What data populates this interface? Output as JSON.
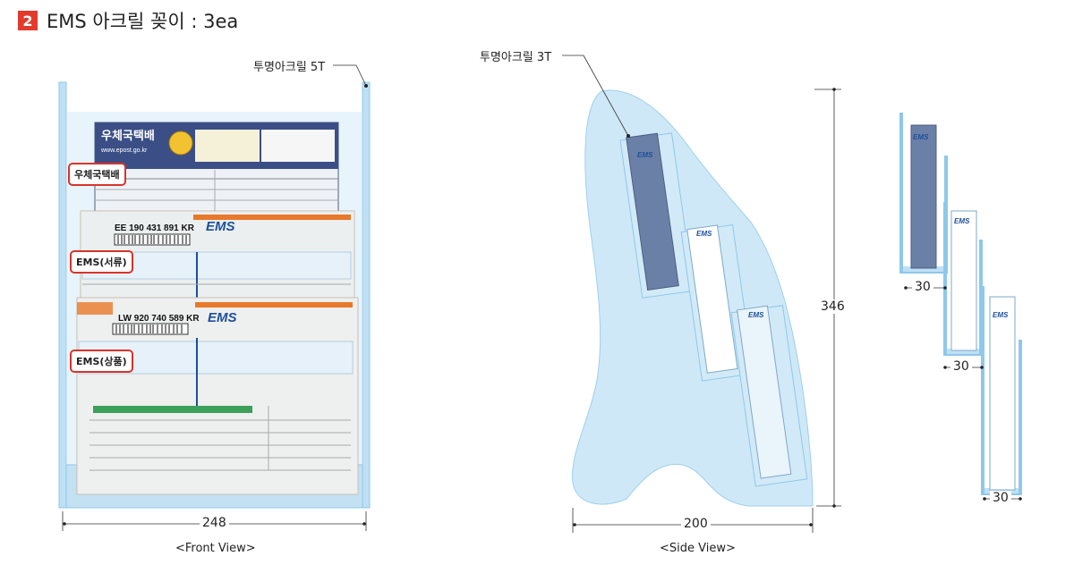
{
  "header": {
    "number": "2",
    "title": "EMS 아크릴 꽂이 : 3ea"
  },
  "front": {
    "material_label": "투명아크릴 5T",
    "width_dim": "248",
    "caption": "<Front View>",
    "tags": [
      "우체국택배",
      "EMS(서류)",
      "EMS(상품)"
    ],
    "forms": {
      "parcel_title": "우체국택배",
      "parcel_url": "www.epost.go.kr",
      "ems_tracking_1": "EE 190 431 891 KR",
      "ems_tracking_2": "LW 920 740 589 KR",
      "ems_logo": "EMS"
    }
  },
  "side": {
    "material_label": "투명아크릴 3T",
    "height_dim": "346",
    "width_dim": "200",
    "caption": "<Side View>",
    "slot_logo": "EMS"
  },
  "detail": {
    "dims": [
      "30",
      "30",
      "30"
    ],
    "logo": "EMS"
  },
  "colors": {
    "acrylic": "#bfe0f4",
    "acrylic_edge": "#8ec8ea",
    "badge": "#e23b2e",
    "tag_border": "#d9332a",
    "ems_blue": "#1d4f9b",
    "ems_orange": "#e8792b",
    "dark_slot": "#6b80a6"
  }
}
